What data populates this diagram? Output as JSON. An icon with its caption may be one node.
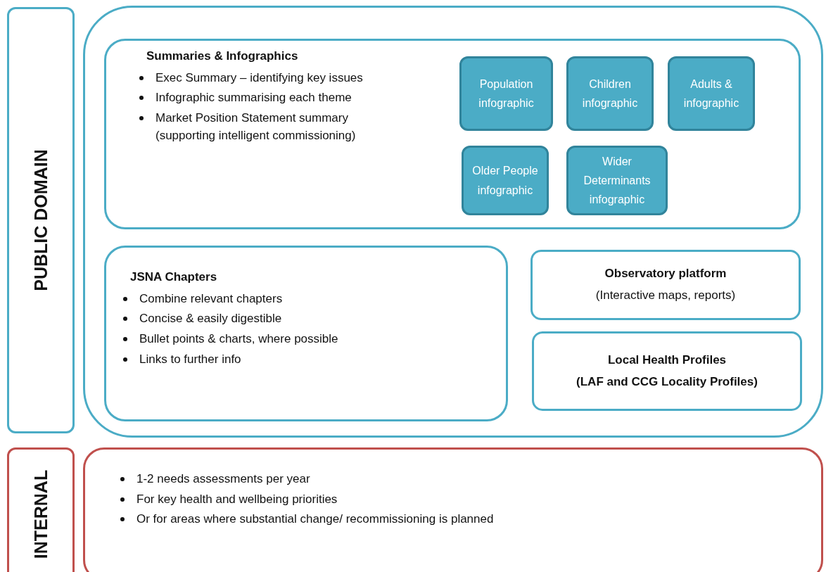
{
  "diagram": {
    "nodes": [
      {
        "text": [
          "PUBLIC DOMAIN"
        ]
      },
      {
        "text": [],
        "shape": "box"
      },
      {
        "text": [
          "Summaries & Infographics",
          "Exec Summary – identifying key issues",
          "Infographic summarising each theme",
          "Market Position Statement summary (supporting intelligent commissioning)"
        ],
        "in": 1
      },
      {
        "text": [
          "Population infographic"
        ],
        "in": 2
      },
      {
        "text": [
          "Children infographic"
        ],
        "in": 2
      },
      {
        "text": [
          "Adults & infographic"
        ],
        "in": 2
      },
      {
        "text": [
          "Older People infographic"
        ],
        "in": 2
      },
      {
        "text": [
          "Wider Determinants infographic"
        ],
        "in": 2
      },
      {
        "text": [
          "JSNA Chapters",
          "Combine relevant chapters",
          "Concise & easily digestible",
          "Bullet points & charts, where possible",
          "Links to further info"
        ],
        "in": 1
      },
      {
        "text": [
          "Observatory platform",
          "(Interactive maps, reports)"
        ],
        "in": 1
      },
      {
        "text": [
          "Local Health Profiles",
          "(LAF and CCG Locality Profiles)"
        ],
        "in": 1
      },
      {
        "text": [
          "INTERNAL"
        ]
      },
      {
        "text": [
          "1-2 needs assessments per year",
          "For key health and wellbeing priorities",
          "Or for areas where substantial change/ recommissioning is planned"
        ]
      }
    ]
  }
}
